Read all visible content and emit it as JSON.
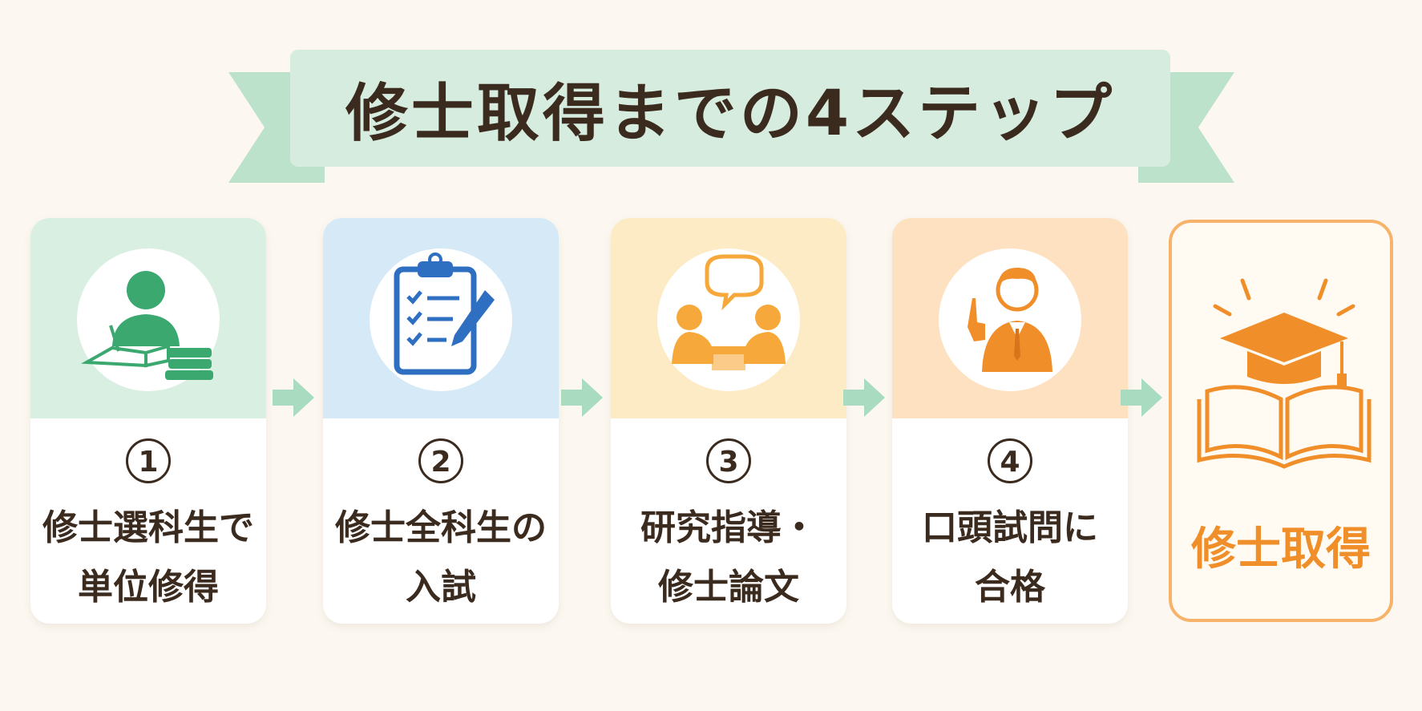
{
  "title": "修士取得までの4ステップ",
  "colors": {
    "banner": "#d6ecdf",
    "ribbon": "#bde2cb",
    "arrow": "#a9dbc0",
    "text": "#3b2a1e",
    "accent_orange": "#f08f2a"
  },
  "steps": [
    {
      "number": "1",
      "line1": "修士選科生で",
      "line2": "単位修得",
      "icon": "student-studying-icon",
      "color": "#d8efe1",
      "icon_color": "#3aa86f"
    },
    {
      "number": "2",
      "line1": "修士全科生の",
      "line2": "入試",
      "icon": "clipboard-checklist-icon",
      "color": "#d5e9f7",
      "icon_color": "#2f6fc2"
    },
    {
      "number": "3",
      "line1": "研究指導・",
      "line2": "修士論文",
      "icon": "discussion-icon",
      "color": "#fdebc6",
      "icon_color": "#f6a93a"
    },
    {
      "number": "4",
      "line1": "口頭試問に",
      "line2": "合格",
      "icon": "presenter-icon",
      "color": "#fde1c1",
      "icon_color": "#f08f2a"
    }
  ],
  "final": {
    "label": "修士取得",
    "icon": "graduation-cap-book-icon"
  }
}
